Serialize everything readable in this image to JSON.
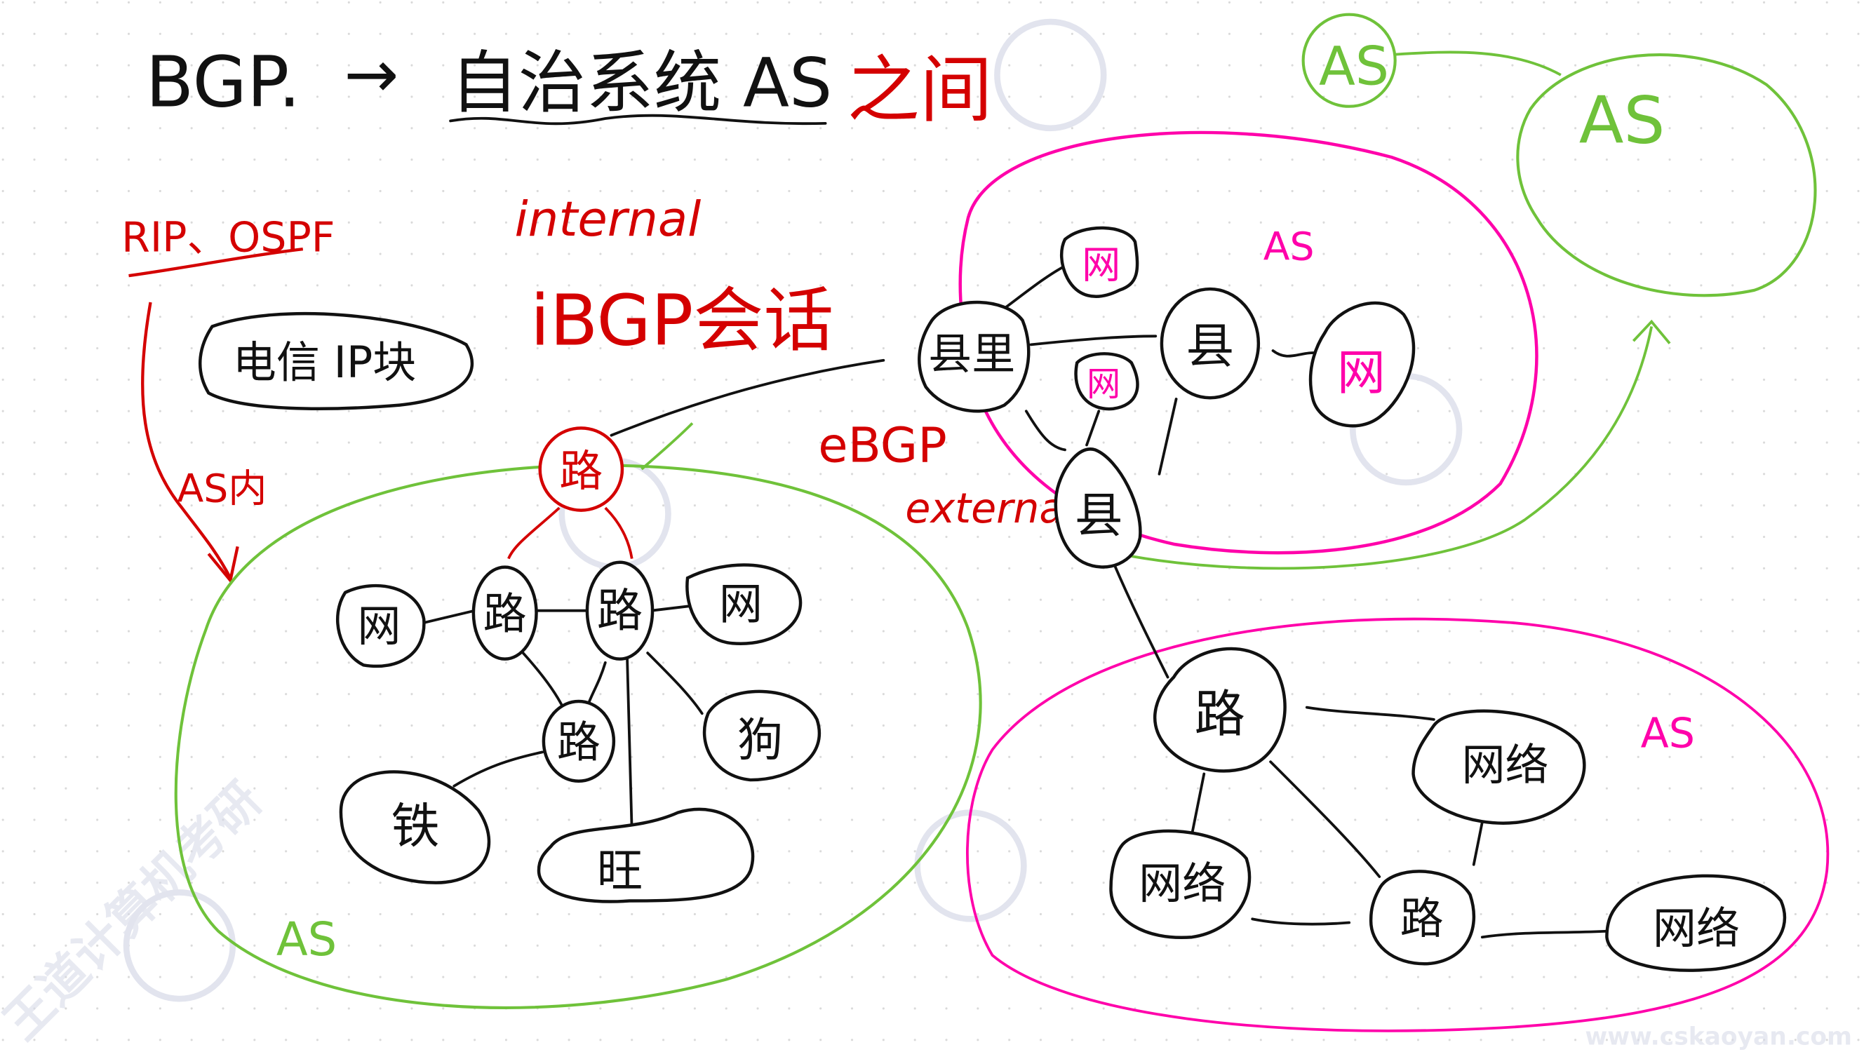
{
  "title": {
    "left": "BGP.",
    "arrow": "→",
    "middle": "自治系统 AS",
    "right": "之间"
  },
  "labels": {
    "rip_ospf": "RIP、OSPF",
    "as_inner": "AS内",
    "telecom_block": "电信 IP块",
    "internal": "internal",
    "ibgp_session": "iBGP会话",
    "ebgp": "eBGP",
    "external": "external"
  },
  "as_labels": {
    "left_green": "AS",
    "top_pink": "AS",
    "bottom_pink": "AS",
    "top_right_small": "AS",
    "top_right_big": "AS"
  },
  "left_as_nodes": {
    "border_router": "路",
    "net1": "网",
    "router1": "路",
    "router2": "路",
    "net2": "网",
    "router3": "路",
    "dog": "狗",
    "tie": "铁",
    "wang": "旺"
  },
  "top_as_nodes": {
    "county_border": "县里",
    "net_top": "网",
    "net_mid": "网",
    "county": "县",
    "net_right": "网",
    "county_bottom": "县"
  },
  "bottom_as_nodes": {
    "router_top": "路",
    "network_right": "网络",
    "network_left": "网络",
    "router_mid": "路",
    "network_far": "网络"
  },
  "watermark": {
    "brand": "王道计算机考研",
    "url": "www.cskaoyan.com"
  },
  "colors": {
    "ink": "#111111",
    "red": "#d40000",
    "pink": "#ff00aa",
    "green": "#6fc23a"
  }
}
